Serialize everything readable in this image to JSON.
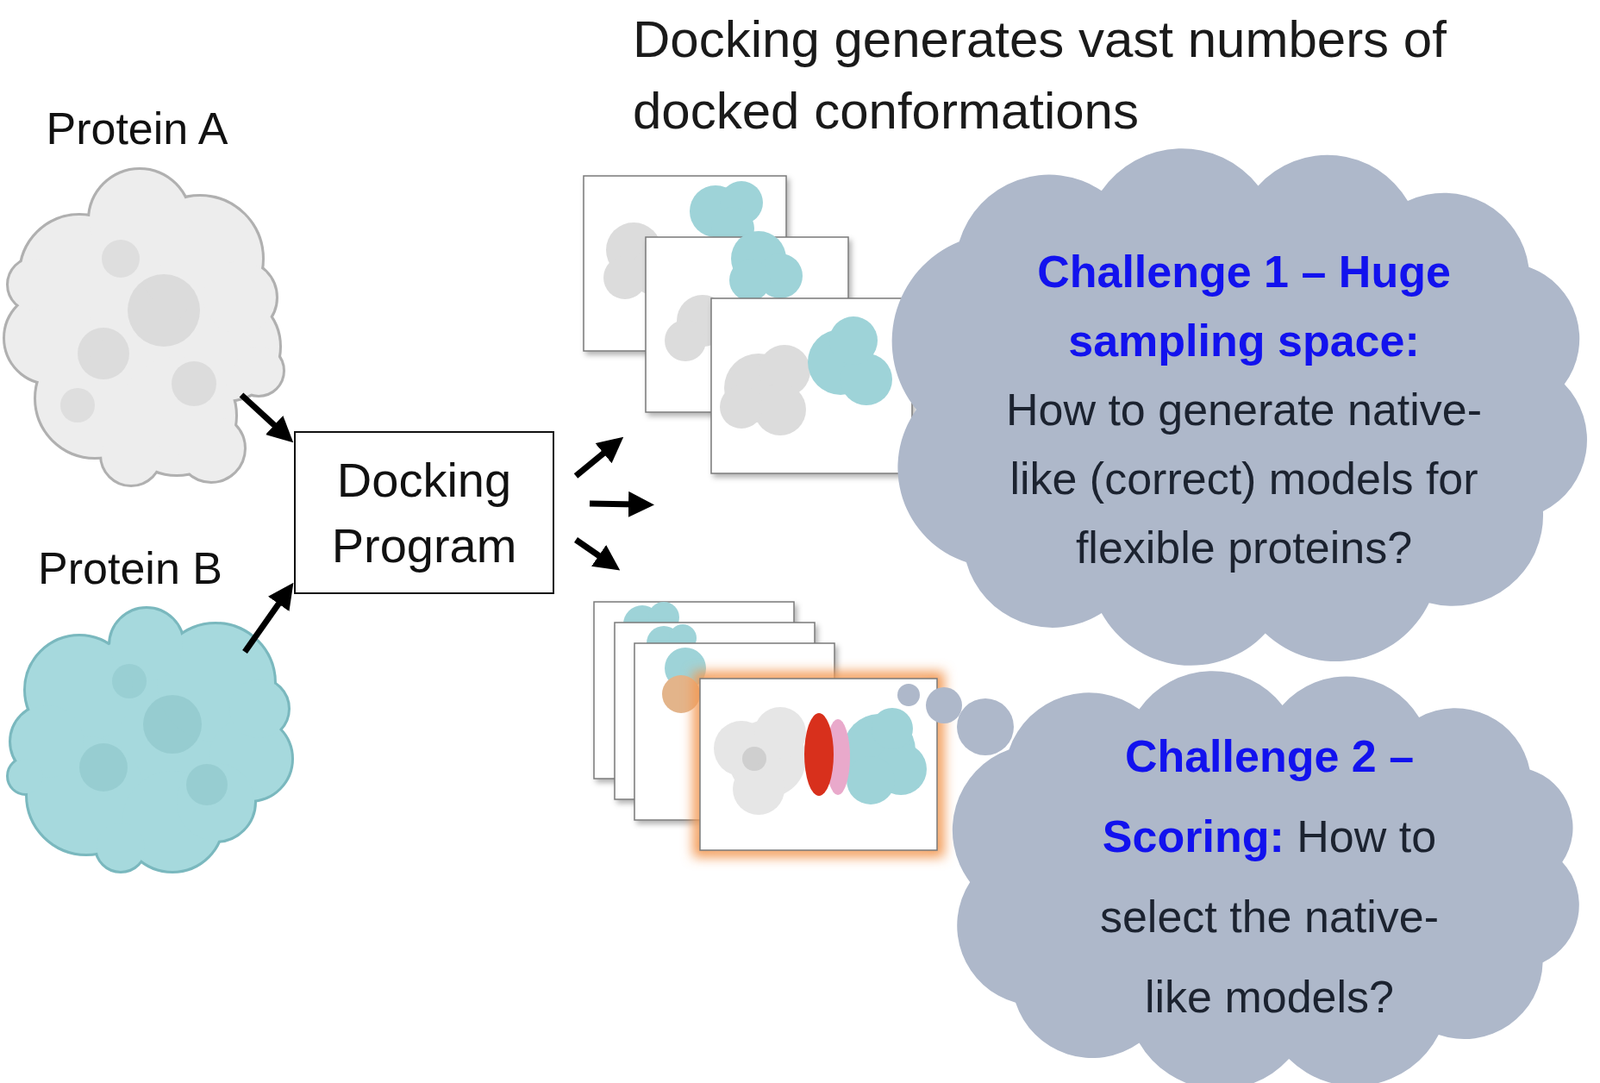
{
  "diagram": {
    "title": "Docking generates vast numbers of docked conformations",
    "nodes": [
      {
        "text": [
          "Protein A"
        ]
      },
      {
        "text": [
          "Protein B"
        ]
      },
      {
        "text": [
          "Docking Program"
        ]
      },
      {
        "text": [
          "Challenge 1 – Huge sampling space:",
          "How to generate native-like (correct) models for flexible proteins?"
        ]
      },
      {
        "text": [
          "Challenge 2 – Scoring:",
          "How to select the native-like models?"
        ]
      }
    ],
    "edges": [
      {
        "from": 0,
        "to": 2,
        "arrow": "to"
      },
      {
        "from": 1,
        "to": 2,
        "arrow": "to"
      }
    ]
  }
}
